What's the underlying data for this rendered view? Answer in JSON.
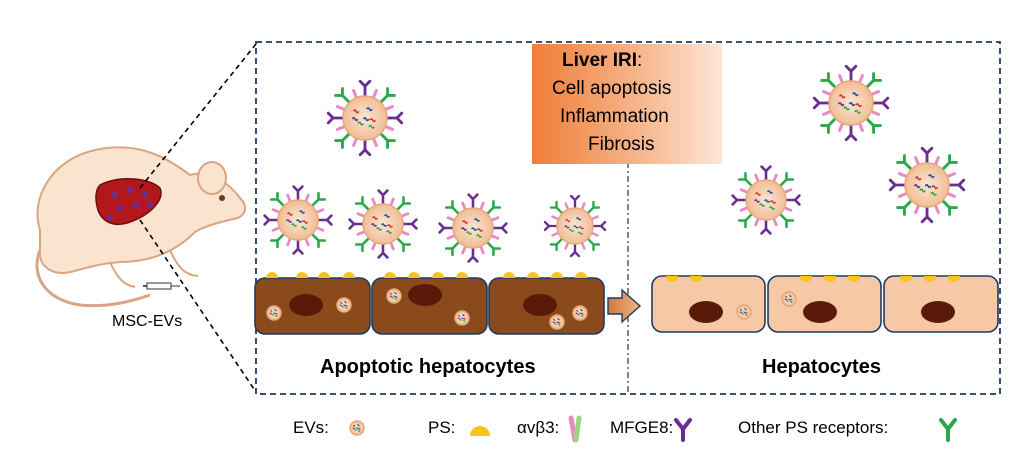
{
  "labels": {
    "msc_evs": "MSC-EVs",
    "apoptotic": "Apoptotic hepatocytes",
    "hepatocytes": "Hepatocytes"
  },
  "liver_iri": {
    "title": "Liver IRI",
    "colon": ":",
    "effects": [
      "Cell apoptosis",
      "Inflammation",
      "Fibrosis"
    ],
    "arrow_color": "#e0221e"
  },
  "legend": {
    "evs": "EVs:",
    "ps": "PS:",
    "integrin": "αvβ3:",
    "mfge8": "MFGE8:",
    "other": "Other PS receptors:"
  },
  "colors": {
    "frame": "#1f3a5f",
    "apoptotic_cell": "#8a4a1c",
    "healthy_cell": "#f6c8a6",
    "nucleus": "#5a1a0a",
    "ps": "#f7c21a",
    "ev_body": "#f3c9a8",
    "mfge8": "#6a2e91",
    "other_receptor": "#2aa84a",
    "integrin_a": "#e88ac4",
    "integrin_b": "#9ad67a"
  }
}
